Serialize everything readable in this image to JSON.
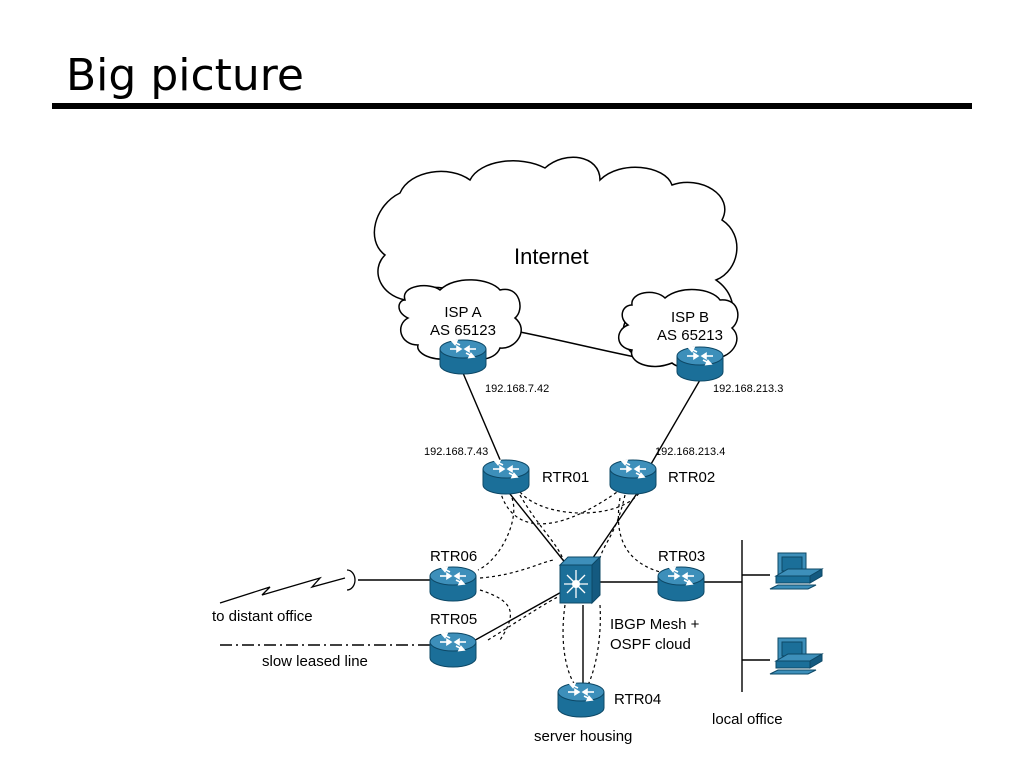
{
  "title": "Big picture",
  "diagram": {
    "cloud_label": "Internet",
    "isp_a": {
      "name": "ISP A",
      "as": "AS 65123",
      "ip": "192.168.7.42"
    },
    "isp_b": {
      "name": "ISP B",
      "as": "AS 65213",
      "ip": "192.168.213.3"
    },
    "rtr01": {
      "name": "RTR01",
      "ip": "192.168.7.43"
    },
    "rtr02": {
      "name": "RTR02",
      "ip": "192.168.213.4"
    },
    "rtr03": {
      "name": "RTR03"
    },
    "rtr04": {
      "name": "RTR04",
      "caption": "server housing"
    },
    "rtr05": {
      "name": "RTR05",
      "caption": "slow leased line"
    },
    "rtr06": {
      "name": "RTR06",
      "caption": "to distant office"
    },
    "mesh_label": [
      "IBGP Mesh +",
      "OSPF cloud"
    ],
    "local_office": "local office",
    "colors": {
      "device": "#1b6f99",
      "device_top": "#3d8fba",
      "line": "#000000"
    },
    "icons": [
      "router-icon",
      "switch-icon",
      "workstation-icon",
      "cloud-shape",
      "lightning-link-icon"
    ]
  }
}
